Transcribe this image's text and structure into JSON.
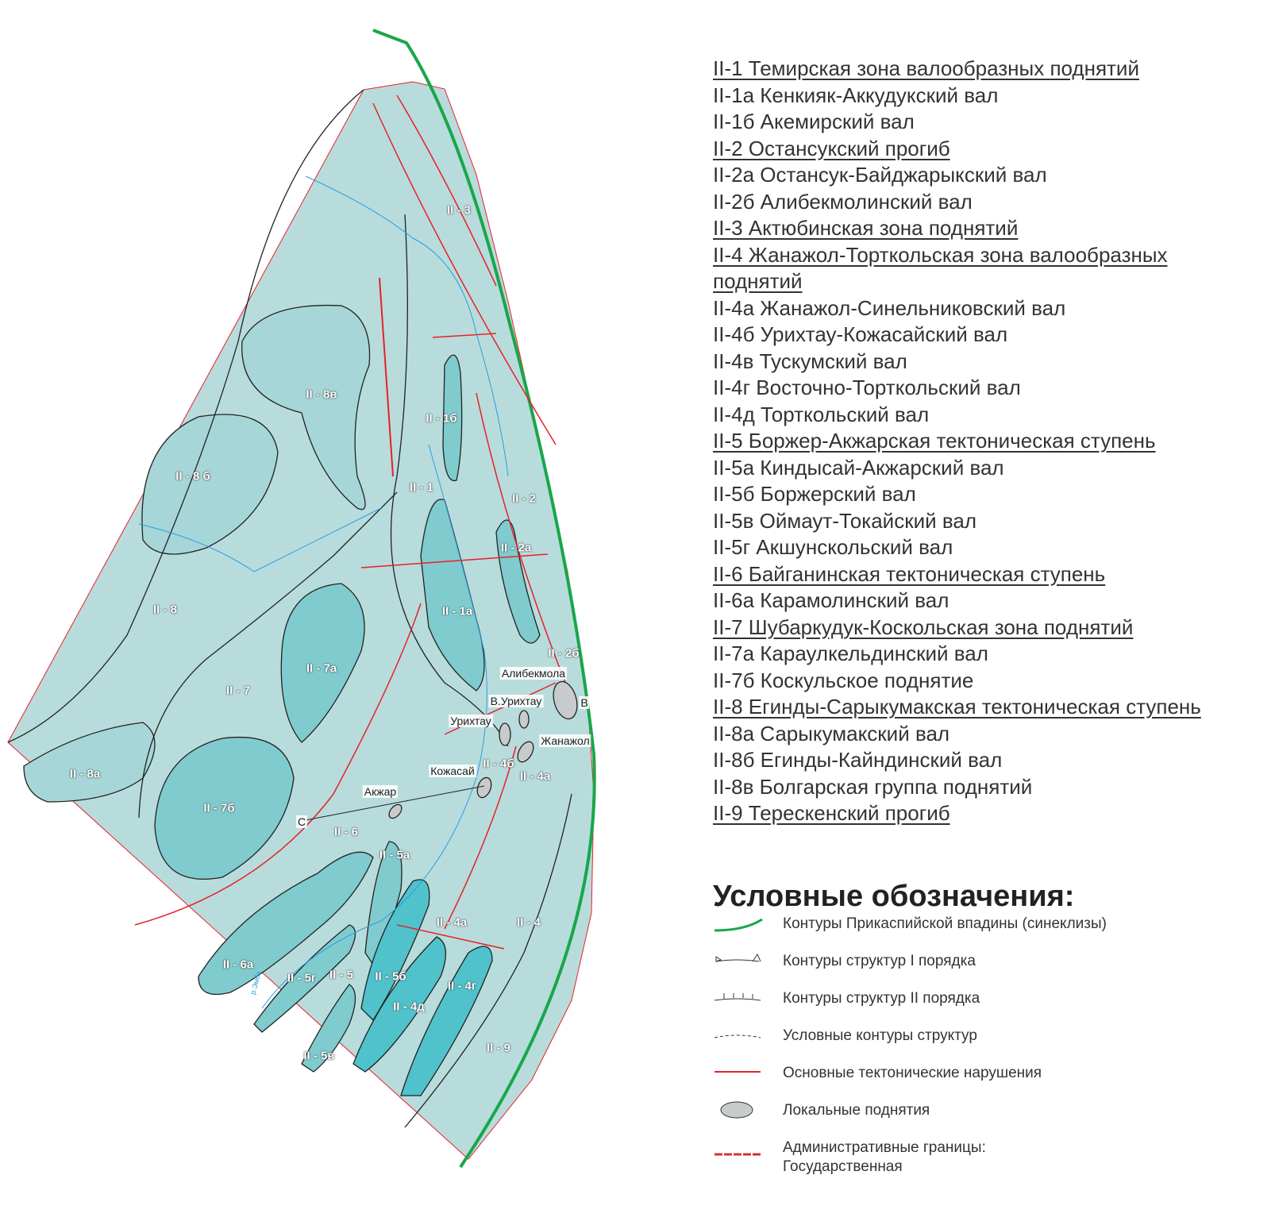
{
  "map": {
    "zone_labels": [
      "II - 3",
      "II - 8в",
      "II - 1б",
      "II - 8 б",
      "II - 1",
      "II - 2",
      "II - 2а",
      "II - 8",
      "II - 1а",
      "II - 2б",
      "II - 7а",
      "II - 7",
      "II - 8а",
      "II - 4б",
      "II - 4а",
      "II - 7б",
      "II - 6",
      "II - 5а",
      "II - 4а",
      "II - 4",
      "II - 6а",
      "II - 5г",
      "II - 5",
      "II - 5б",
      "II - 4г",
      "II - 4д",
      "II - 5в",
      "II - 9"
    ],
    "places": [
      "Алибекмола",
      "В.Урихтау",
      "В",
      "Урихтау",
      "Жанажол",
      "Кожасай",
      "Акжар",
      "С"
    ],
    "river_label": "р.Эмба",
    "colors": {
      "basin_outline": "#1aa64a",
      "fault": "#e8202a",
      "rise": "#c8cbcc",
      "light": "#b8dcdc",
      "medium": "#8fd0d2",
      "dark": "#5cc4cc",
      "river": "#2a9ee0"
    }
  },
  "zones": [
    {
      "text": "II-1 Темирская зона валообразных поднятий",
      "main": true
    },
    {
      "text": "II-1а Кенкияк-Аккудукский вал",
      "main": false
    },
    {
      "text": "II-1б Акемирский вал",
      "main": false
    },
    {
      "text": "II-2 Остансукский прогиб",
      "main": true
    },
    {
      "text": "II-2а Остансук-Байджарыкский вал",
      "main": false
    },
    {
      "text": "II-2б Алибекмолинский вал",
      "main": false
    },
    {
      "text": "II-3 Актюбинская зона поднятий",
      "main": true
    },
    {
      "text": "II-4 Жанажол-Торткольская зона валообразных",
      "main": true
    },
    {
      "text": "поднятий",
      "main": true
    },
    {
      "text": "II-4а Жанажол-Синельниковский вал",
      "main": false
    },
    {
      "text": "II-4б Урихтау-Кожасайский вал",
      "main": false
    },
    {
      "text": "II-4в Тускумский вал",
      "main": false
    },
    {
      "text": "II-4г Восточно-Торткольский вал",
      "main": false
    },
    {
      "text": "II-4д Торткольский вал",
      "main": false
    },
    {
      "text": "II-5 Боржер-Акжарская тектоническая ступень",
      "main": true
    },
    {
      "text": "II-5а Киндысай-Акжарский вал",
      "main": false
    },
    {
      "text": "II-5б Боржерский вал",
      "main": false
    },
    {
      "text": "II-5в Оймаут-Токайский вал",
      "main": false
    },
    {
      "text": "II-5г Акшунскольский вал",
      "main": false
    },
    {
      "text": "II-6 Байганинская тектоническая ступень",
      "main": true
    },
    {
      "text": "II-6а Карамолинский вал",
      "main": false
    },
    {
      "text": "II-7 Шубаркудук-Коскольская зона поднятий",
      "main": true
    },
    {
      "text": "II-7а Караулкельдинский вал",
      "main": false
    },
    {
      "text": "II-7б Коскульское поднятие",
      "main": false
    },
    {
      "text": "II-8 Егинды-Сарыкумакская тектоническая ступень",
      "main": true
    },
    {
      "text": "II-8а Сарыкумакский вал",
      "main": false
    },
    {
      "text": "II-8б Егинды-Кайндинский вал",
      "main": false
    },
    {
      "text": "II-8в Болгарская группа поднятий",
      "main": false
    },
    {
      "text": "II-9 Терескенский прогиб",
      "main": true
    }
  ],
  "legend": {
    "title": "Условные обозначения:",
    "items": [
      {
        "icon": "green-curve",
        "text": "Контуры Прикаспийской впадины (синеклизы)"
      },
      {
        "icon": "triangle-tick-line",
        "text": "Контуры структур I порядка"
      },
      {
        "icon": "hachured-line",
        "text": "Контуры структур  II порядка"
      },
      {
        "icon": "dashed-line",
        "text": "Условные контуры структур"
      },
      {
        "icon": "red-line",
        "text": "Основные тектонические нарушения"
      },
      {
        "icon": "grey-ellipse",
        "text": "Локальные поднятия"
      },
      {
        "icon": "red-dashed-line",
        "text": "Административные границы:"
      },
      {
        "icon": "",
        "text": "Государственная"
      }
    ]
  }
}
